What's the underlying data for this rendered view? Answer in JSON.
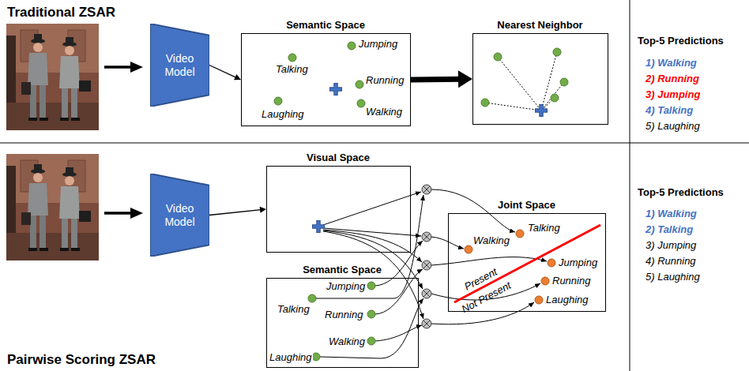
{
  "diagram": {
    "nodes": [
      {
        "text": [
          "Video Model"
        ]
      },
      {
        "text": [
          "Semantic Space"
        ]
      },
      {
        "text": [
          "Nearest Neighbor"
        ]
      },
      {
        "text": [
          "Video Model"
        ]
      },
      {
        "text": [
          "Visual Space"
        ]
      },
      {
        "text": [
          "Semantic Space"
        ]
      },
      {
        "text": [
          "Joint Space"
        ]
      }
    ],
    "edges": [
      {
        "from": 0,
        "to": 1,
        "arrow": "to"
      },
      {
        "from": 1,
        "to": 2,
        "arrow": "to"
      },
      {
        "from": 3,
        "to": 4,
        "arrow": "to"
      }
    ],
    "labels": [
      "Traditional ZSAR",
      "Talking",
      "Jumping",
      "Running",
      "Laughing",
      "Walking",
      "Top-5 Predictions",
      "1) Walking",
      "2) Running",
      "3) Jumping",
      "4) Talking",
      "5) Laughing",
      "Talking",
      "Jumping",
      "Running",
      "Laughing",
      "Walking",
      "Walking",
      "Talking",
      "Jumping",
      "Running",
      "Laughing",
      "Present",
      "Not Present",
      "Top-5 Predictions",
      "1) Walking",
      "2) Talking",
      "3) Jumping",
      "4) Running",
      "5) Laughing",
      "Pairwise Scoring ZSAR"
    ]
  }
}
